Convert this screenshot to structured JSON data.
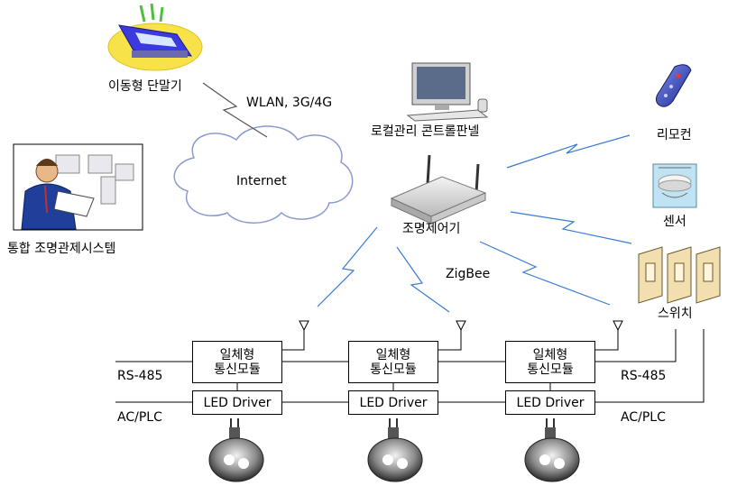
{
  "labels": {
    "mobile_terminal": "이동형 단말기",
    "wlan": "WLAN, 3G/4G",
    "internet": "Internet",
    "integrated_system": "통합 조명관제시스템",
    "local_panel": "로컬관리 콘트롤판넬",
    "lighting_controller": "조명제어기",
    "zigbee": "ZigBee",
    "remote": "리모컨",
    "sensor": "센서",
    "switch": "스위치",
    "rs485_left": "RS-485",
    "acplc_left": "AC/PLC",
    "rs485_right": "RS-485",
    "acplc_right": "AC/PLC"
  },
  "modules": [
    {
      "line1": "일체형",
      "line2": "통신모듈",
      "driver": "LED Driver"
    },
    {
      "line1": "일체형",
      "line2": "통신모듈",
      "driver": "LED Driver"
    },
    {
      "line1": "일체형",
      "line2": "통신모듈",
      "driver": "LED Driver"
    }
  ],
  "icons": {
    "mobile": "pda-icon",
    "computer": "desktop-computer-icon",
    "operator": "operator-icon",
    "controller": "wireless-router-icon",
    "remote": "remote-control-icon",
    "sensor": "smoke-sensor-icon",
    "switch": "wall-switch-icon",
    "lamp": "led-lamp-icon",
    "antenna": "antenna-icon"
  },
  "colors": {
    "link": "#3a7bd5",
    "cloud_stroke": "#8a9ad0",
    "line": "#000000"
  }
}
